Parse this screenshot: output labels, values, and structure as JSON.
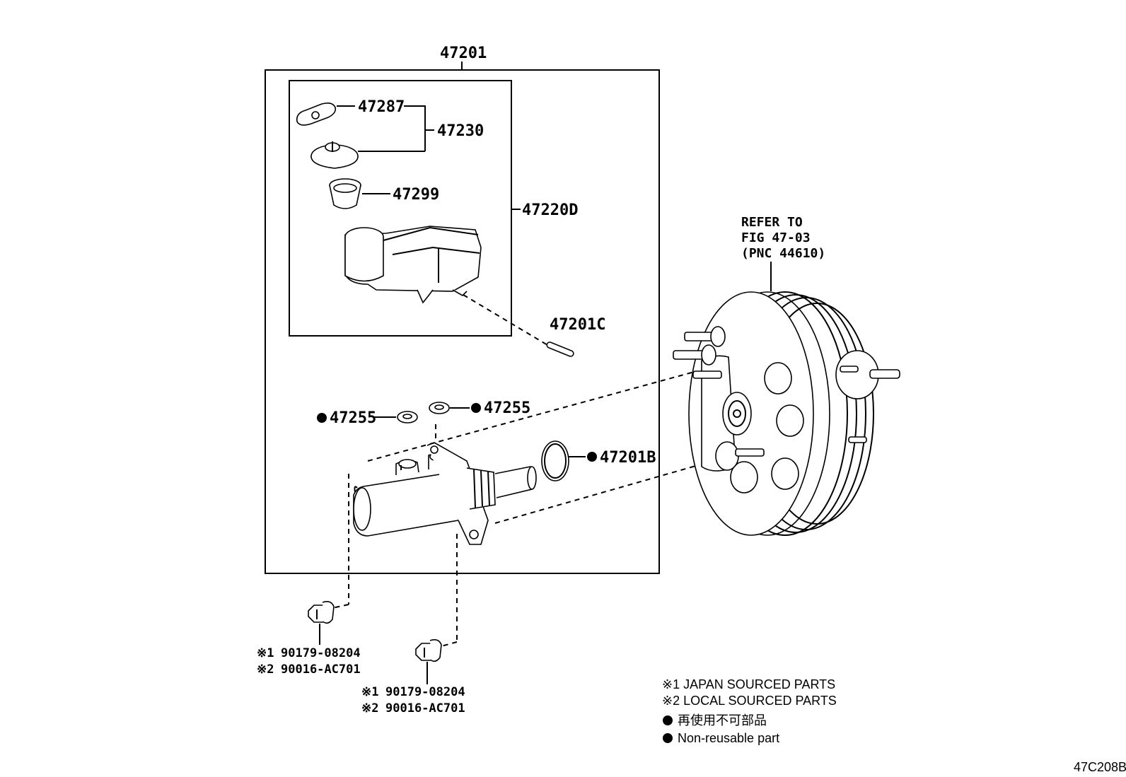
{
  "labels": {
    "assembly": "47201",
    "reservoir_assy": "47220D",
    "gasket": "47287",
    "cap_set": "47230",
    "strainer": "47299",
    "pin": "47201C",
    "grommet_left": "47255",
    "grommet_right": "47255",
    "o_ring": "47201B"
  },
  "bolt_left": {
    "line1_mark": "※1",
    "line1_part": "90179-08204",
    "line2_mark": "※2",
    "line2_part": "90016-AC701"
  },
  "bolt_right": {
    "line1_mark": "※1",
    "line1_part": "90179-08204",
    "line2_mark": "※2",
    "line2_part": "90016-AC701"
  },
  "refer": {
    "line1": "REFER TO",
    "line2": "FIG 47-03",
    "line3": "(PNC 44610)"
  },
  "legend": {
    "japan": "※1 JAPAN SOURCED PARTS",
    "local": "※2 LOCAL SOURCED PARTS",
    "nonreuse_jp": "再使用不可部品",
    "nonreuse_en": "Non-reusable part"
  },
  "figure_code": "47C208B"
}
